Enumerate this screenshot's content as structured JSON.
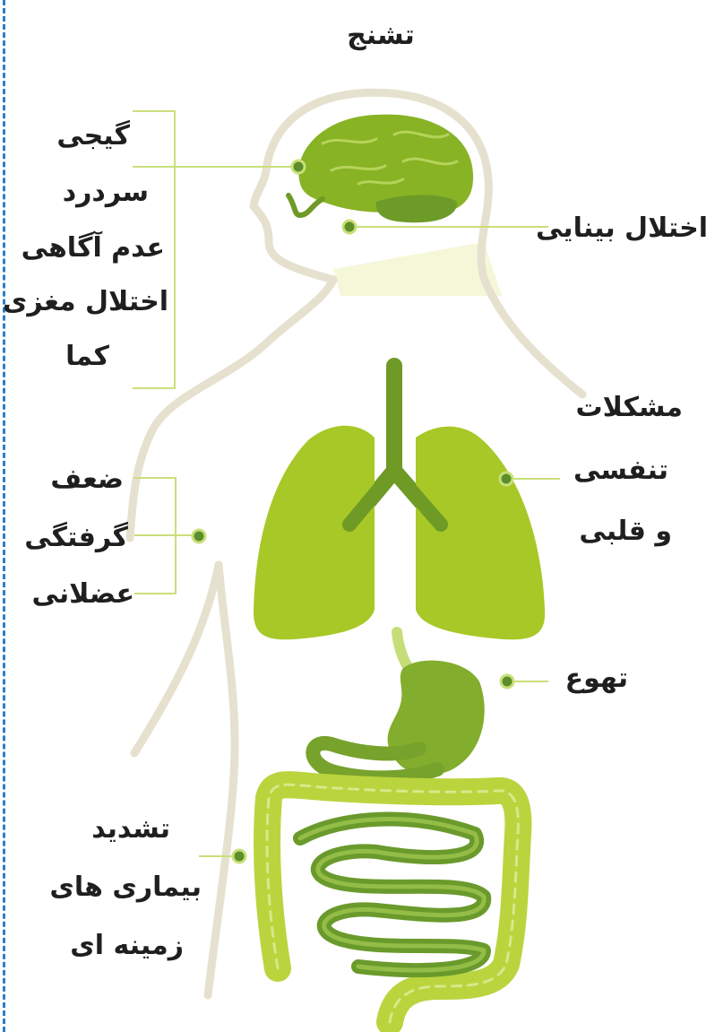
{
  "title": "تشنج",
  "left_group_head": [
    "گیجی",
    "سردرد",
    "عدم آگاهی",
    "اختلال مغزی",
    "کما"
  ],
  "left_group_muscle": [
    "ضعف",
    "گرفتگی",
    "عضلانی"
  ],
  "left_group_disease": [
    "تشدید",
    "بیماری های",
    "زمینه ای"
  ],
  "right_vision": "اختلال بینایی",
  "right_respiratory": [
    "مشکلات",
    "تنفسی",
    "و قلبی"
  ],
  "right_nausea": "تهوع",
  "colors": {
    "outline": "#e6e1cf",
    "organ_light": "#b4cf2a",
    "organ_mid": "#93b723",
    "organ_dark": "#6e9a25",
    "dot": "#5c8f2a",
    "leader": "#c9df7a",
    "frame": "#2a7fc8"
  }
}
